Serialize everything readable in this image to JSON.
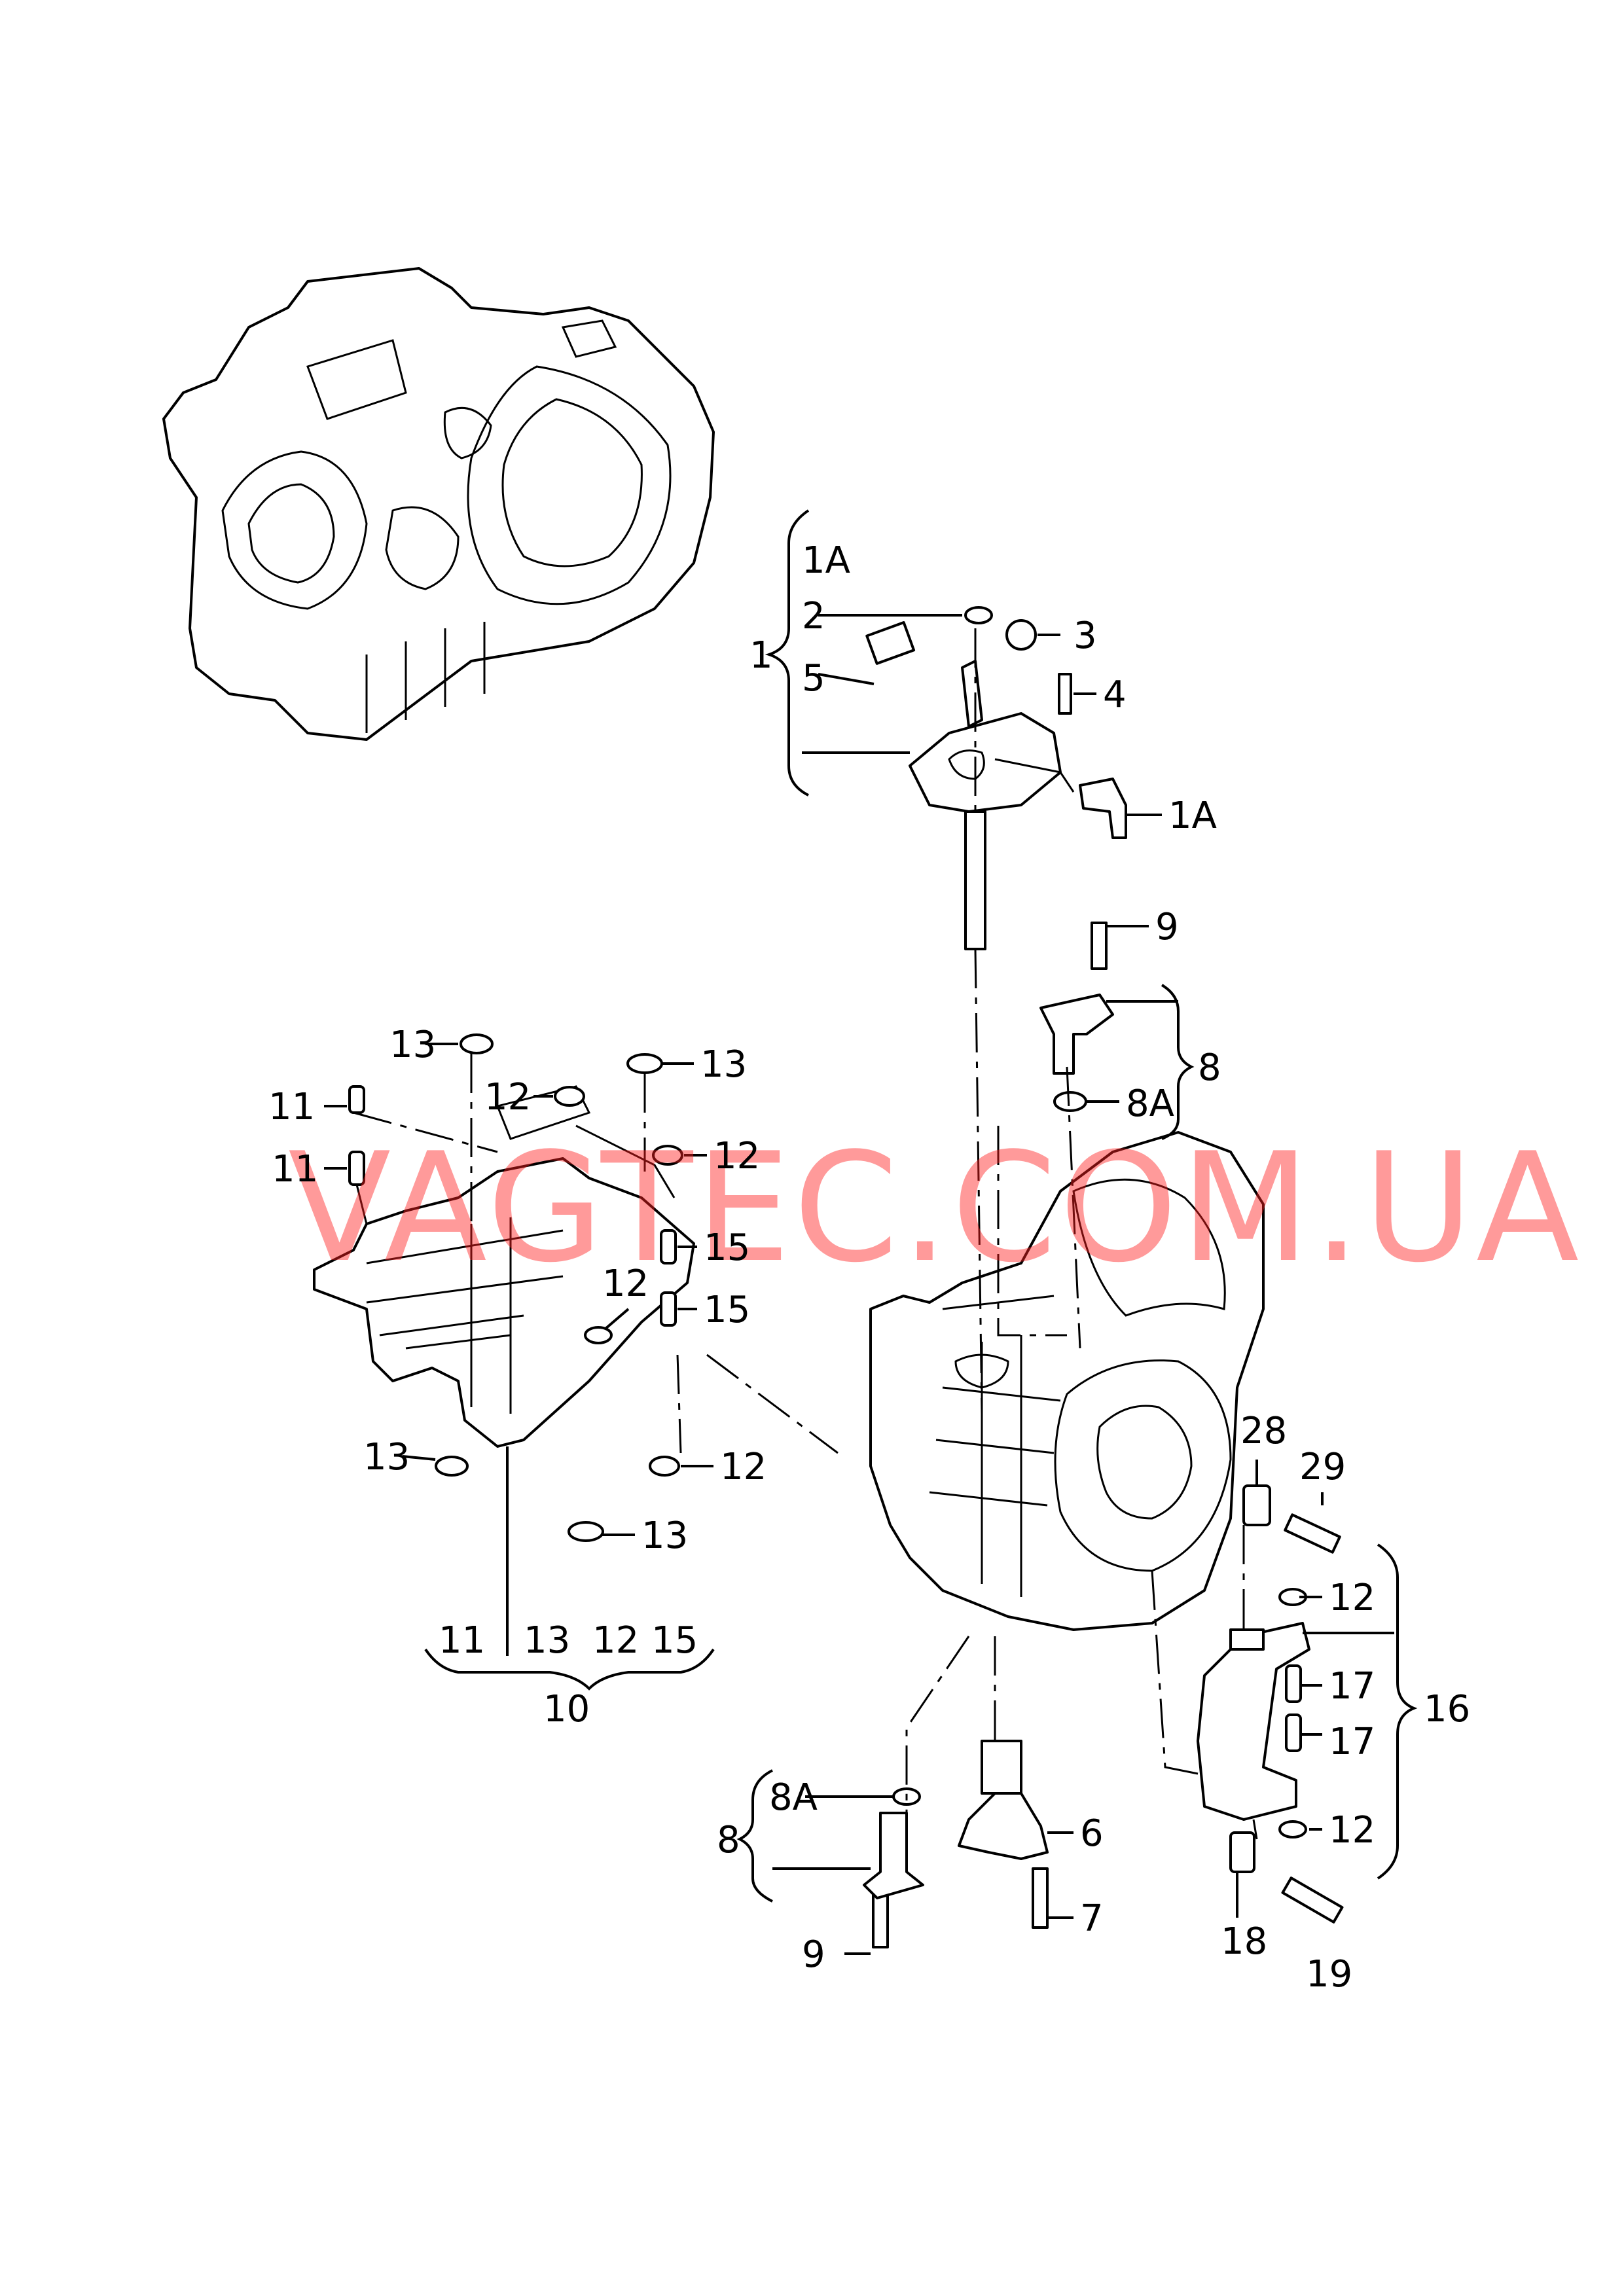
{
  "watermark": "VAGTEC.COM.UA",
  "callouts": {
    "c1": "1",
    "c1A_top": "1A",
    "c1A_side": "1A",
    "c2": "2",
    "c3": "3",
    "c4": "4",
    "c5": "5",
    "c6": "6",
    "c7": "7",
    "c8_top": "8",
    "c8A_top": "8A",
    "c8_bottom": "8",
    "c8A_bottom": "8A",
    "c9_top": "9",
    "c9_bottom": "9",
    "c10": "10",
    "c11_a": "11",
    "c11_b": "11",
    "c11_group": "11",
    "c12_a": "12",
    "c12_b": "12",
    "c12_c": "12",
    "c12_d": "12",
    "c12_group": "12",
    "c12_e": "12",
    "c12_f": "12",
    "c13_a": "13",
    "c13_b": "13",
    "c13_c": "13",
    "c13_d": "13",
    "c13_group": "13",
    "c15_a": "15",
    "c15_b": "15",
    "c15_group": "15",
    "c16": "16",
    "c17_a": "17",
    "c17_b": "17",
    "c18": "18",
    "c19": "19",
    "c28": "28",
    "c29": "29"
  }
}
